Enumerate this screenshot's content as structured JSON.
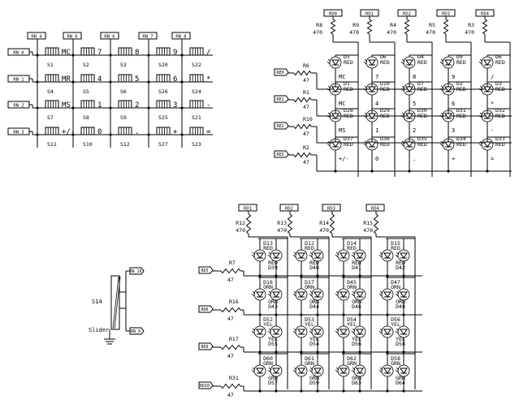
{
  "keypad": {
    "col_ports": [
      "RN_4",
      "RN_6",
      "RN_6",
      "RN_7",
      "RN_8"
    ],
    "row_ports": [
      "RN_0",
      "RN_1",
      "RN_2",
      "RN_3"
    ],
    "switch_names": [
      [
        "S1",
        "S2",
        "S3",
        "S20",
        "S22"
      ],
      [
        "S4",
        "S5",
        "S6",
        "S26",
        "S24"
      ],
      [
        "S7",
        "S8",
        "S9",
        "S25",
        "S21"
      ],
      [
        "S11",
        "S10",
        "S12",
        "S27",
        "S23"
      ]
    ],
    "key_labels": [
      [
        "MC",
        "7",
        "8",
        "9",
        "/"
      ],
      [
        "MR",
        "4",
        "5",
        "6",
        "*"
      ],
      [
        "MS",
        "1",
        "2",
        "3",
        "-"
      ],
      [
        "+/-",
        "0",
        ".",
        "+",
        "="
      ]
    ]
  },
  "calc_matrix": {
    "col_ports": [
      "RD0",
      "RD1",
      "RD2",
      "RD3",
      "RD4"
    ],
    "col_resistors": [
      {
        "name": "R8",
        "value": "470"
      },
      {
        "name": "R9",
        "value": "470"
      },
      {
        "name": "R4",
        "value": "470"
      },
      {
        "name": "R5",
        "value": "470"
      },
      {
        "name": "R3",
        "value": "470"
      }
    ],
    "row_ports": [
      "RE0",
      "RE1",
      "RE2",
      "RE3"
    ],
    "row_resistors": [
      {
        "name": "R6",
        "value": "47"
      },
      {
        "name": "R1",
        "value": "47"
      },
      {
        "name": "R10",
        "value": "47"
      },
      {
        "name": "R2",
        "value": "47"
      }
    ],
    "led_names": [
      [
        "D5",
        "D6",
        "D4",
        "D9",
        "D6"
      ],
      [
        "D1",
        "D10",
        "D7",
        "D2",
        "D3"
      ],
      [
        "D28",
        "D29",
        "D30",
        "D31",
        "D32"
      ],
      [
        "D37",
        "D36",
        "D35",
        "D34",
        "D33"
      ]
    ],
    "led_color": "RED",
    "key_labels": [
      [
        "MC",
        "7",
        "8",
        "9",
        "/"
      ],
      [
        "MC",
        "4",
        "5",
        "6",
        "*"
      ],
      [
        "MS",
        "1",
        "2",
        "3",
        "-"
      ],
      [
        "+/-",
        "0",
        ".",
        "+",
        "="
      ]
    ]
  },
  "slider": {
    "name": "S14",
    "label": "Slider",
    "ports": [
      "RN_10",
      "RN_9"
    ]
  },
  "led_array": {
    "col_ports": [
      "RD1",
      "RD2",
      "RD3",
      "RD4"
    ],
    "col_resistors": [
      {
        "name": "R12",
        "value": "470"
      },
      {
        "name": "R13",
        "value": "470"
      },
      {
        "name": "R14",
        "value": "470"
      },
      {
        "name": "R15",
        "value": "470"
      }
    ],
    "row_ports": [
      "RD5",
      "RD6",
      "RD9",
      "RD10"
    ],
    "row_resistors": [
      {
        "name": "R7",
        "value": "47"
      },
      {
        "name": "R16",
        "value": "47"
      },
      {
        "name": "R17",
        "value": "47"
      },
      {
        "name": "R31",
        "value": "47"
      }
    ],
    "cells": [
      [
        {
          "a": "D13",
          "ac": "RED",
          "b": "D39",
          "bc": "RED"
        },
        {
          "a": "D12",
          "ac": "RED",
          "b": "D40",
          "bc": "RED"
        },
        {
          "a": "D14",
          "ac": "RED",
          "b": "D41",
          "bc": "RED"
        },
        {
          "a": "D15",
          "ac": "RED",
          "b": "D42",
          "bc": "RED"
        }
      ],
      [
        {
          "a": "D16",
          "ac": "ORN",
          "b": "D43",
          "bc": "ORN"
        },
        {
          "a": "D17",
          "ac": "ORN",
          "b": "D44",
          "bc": "ORN"
        },
        {
          "a": "D45",
          "ac": "ORN",
          "b": "D46",
          "bc": "ORN"
        },
        {
          "a": "D47",
          "ac": "ORN",
          "b": "D48",
          "bc": "ORN"
        }
      ],
      [
        {
          "a": "D52",
          "ac": "YEL",
          "b": "D55",
          "bc": "YEL"
        },
        {
          "a": "D53",
          "ac": "YEL",
          "b": "D54",
          "bc": "YEL"
        },
        {
          "a": "D54",
          "ac": "YEL",
          "b": "D56",
          "bc": "YEL"
        },
        {
          "a": "D56",
          "ac": "YEL",
          "b": "D58",
          "bc": "YEL"
        }
      ],
      [
        {
          "a": "D60",
          "ac": "GRN",
          "b": "D57",
          "bc": "GRN"
        },
        {
          "a": "D61",
          "ac": "GRN",
          "b": "D59",
          "bc": "GRN"
        },
        {
          "a": "D62",
          "ac": "GRN",
          "b": "D63",
          "bc": "GRN"
        },
        {
          "a": "D58",
          "ac": "GRN",
          "b": "D64",
          "bc": "GRN"
        }
      ]
    ]
  }
}
